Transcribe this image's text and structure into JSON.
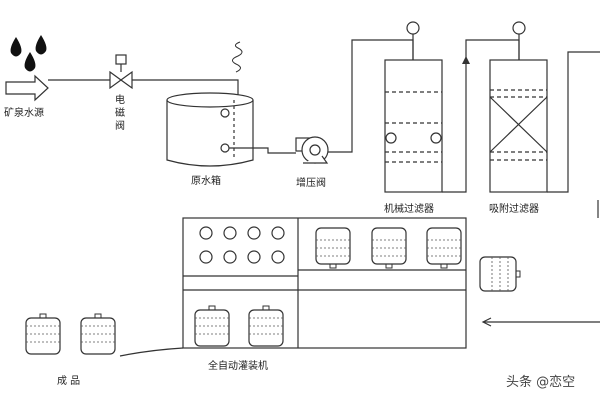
{
  "labels": {
    "source": "矿泉水源",
    "valve_chars": [
      "电",
      "磁",
      "阀"
    ],
    "raw_tank": "原水箱",
    "pump": "增压阀",
    "mech_filter": "机械过滤器",
    "adsorb_filter": "吸附过滤器",
    "filling_machine": "全自动灌装机",
    "product": "成  品",
    "watermark": "头条 @恋空"
  },
  "colors": {
    "stroke": "#333333",
    "drop": "#111111"
  },
  "icons": [
    "water-drop-icon",
    "arrow-icon",
    "solenoid-valve-icon",
    "steam-icon",
    "pump-icon",
    "water-bottle-icon",
    "pressure-gauge-icon"
  ]
}
